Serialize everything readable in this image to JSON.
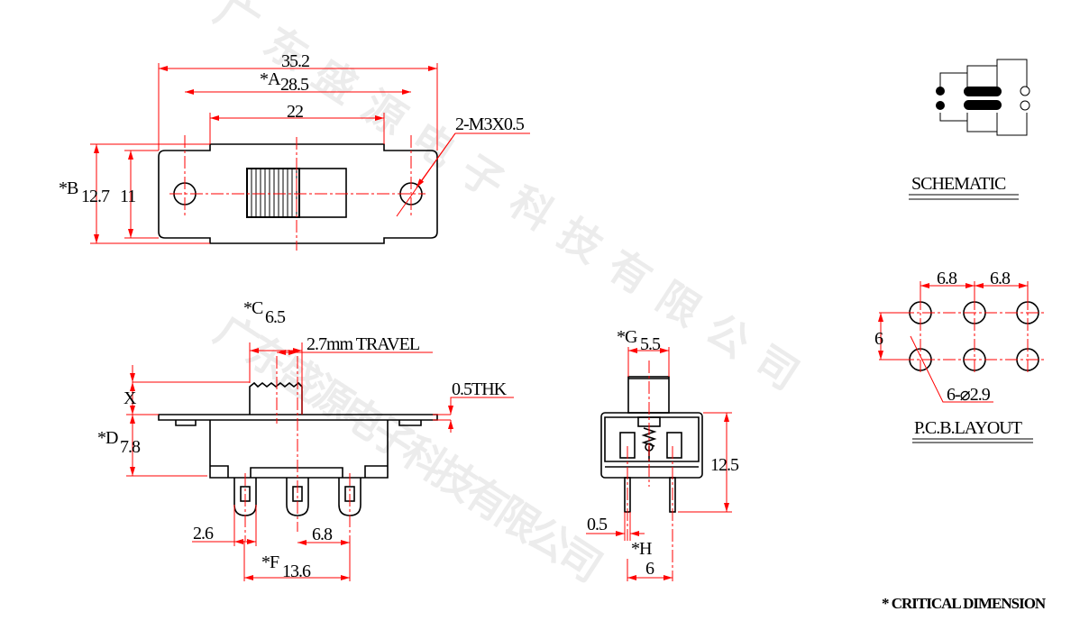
{
  "watermark": "广东盛源电子科技有限公司",
  "top_view": {
    "dim_overall": "35.2",
    "dim_a_label": "*A",
    "dim_a": "28.5",
    "dim_slot": "22",
    "dim_b_label": "*B",
    "dim_b": "12.7",
    "dim_inner_height": "11",
    "hole_callout": "2-M3X0.5"
  },
  "side_view": {
    "dim_c_label": "*C",
    "dim_c": "6.5",
    "travel": "2.7mm TRAVEL",
    "x_label": "X",
    "thickness": "0.5THK",
    "dim_d_label": "*D",
    "dim_d": "7.8",
    "dim_lug": "2.6",
    "dim_pitch": "6.8",
    "dim_f_label": "*F",
    "dim_f": "13.6"
  },
  "front_view": {
    "dim_g_label": "*G",
    "dim_g": "5.5",
    "dim_height": "12.5",
    "dim_pin": "0.5",
    "dim_h_label": "*H",
    "dim_h": "6"
  },
  "schematic": {
    "title": "SCHEMATIC"
  },
  "pcb_layout": {
    "title": "P.C.B.LAYOUT",
    "pitch_1": "6.8",
    "pitch_2": "6.8",
    "row_spacing": "6",
    "hole_callout": "6-⌀2.9"
  },
  "note": "* CRITICAL  DIMENSION"
}
